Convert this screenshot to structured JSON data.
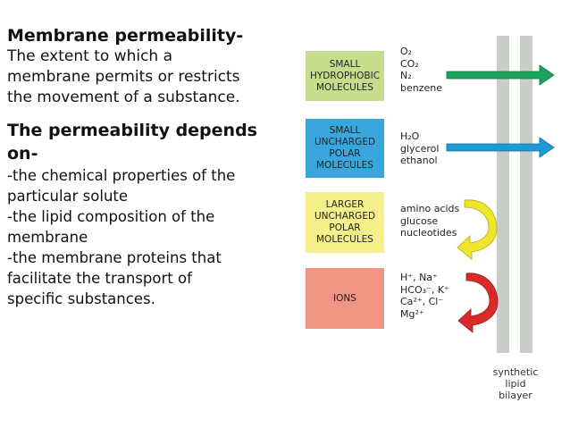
{
  "text": {
    "definition_title": "Membrane permeability-",
    "definition_lines": [
      "The extent to which a",
      "membrane permits or restricts",
      "the movement of a substance."
    ],
    "depends_title_lines": [
      "The permeability depends",
      "on-"
    ],
    "factor_lines": [
      "-the chemical properties of the",
      "particular solute",
      "-the lipid composition of the",
      "membrane",
      "-the membrane proteins that",
      "facilitate the transport of",
      "specific substances."
    ]
  },
  "diagram": {
    "categories": [
      {
        "label_lines": [
          "SMALL",
          "HYDROPHOBIC",
          "MOLECULES"
        ],
        "color": "#c6dd8c",
        "molecules": [
          "O₂",
          "CO₂",
          "N₂",
          "benzene"
        ],
        "arrow": "passes",
        "arrow_color": "#1aa35a"
      },
      {
        "label_lines": [
          "SMALL",
          "UNCHARGED",
          "POLAR",
          "MOLECULES"
        ],
        "color": "#39a6dc",
        "molecules": [
          "H₂O",
          "glycerol",
          "ethanol"
        ],
        "arrow": "passes",
        "arrow_color": "#1e9ad8"
      },
      {
        "label_lines": [
          "LARGER",
          "UNCHARGED",
          "POLAR",
          "MOLECULES"
        ],
        "color": "#f4ef8a",
        "molecules": [
          "amino acids",
          "glucose",
          "nucleotides"
        ],
        "arrow": "blocked",
        "arrow_color": "#efe52a"
      },
      {
        "label_lines": [
          "IONS"
        ],
        "color": "#f29484",
        "molecules": [
          "H⁺, Na⁺",
          "HCO₃⁻, K⁺",
          "Ca²⁺, Cl⁻",
          "Mg²⁺"
        ],
        "arrow": "blocked",
        "arrow_color": "#d92929"
      }
    ],
    "bilayer_label_lines": [
      "synthetic",
      "lipid",
      "bilayer"
    ],
    "bilayer_color": "#c9cdc8"
  }
}
